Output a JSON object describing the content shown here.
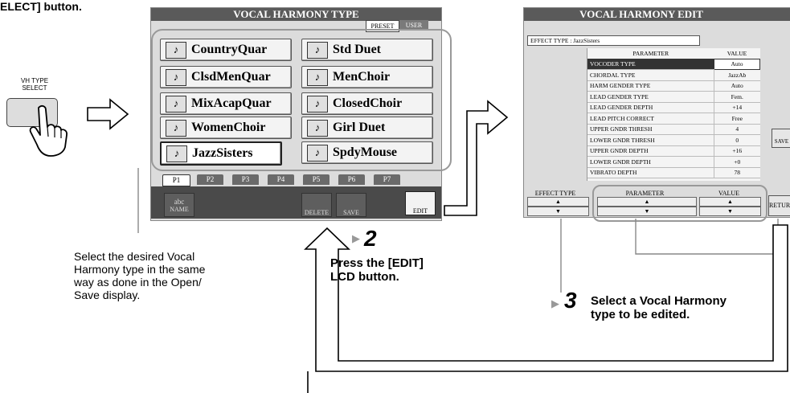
{
  "top_left_heading": "ELECT] button.",
  "vh_select": {
    "line1": "VH TYPE",
    "line2": "SELECT"
  },
  "left_screen": {
    "title": "VOCAL HARMONY TYPE",
    "tabs_top": [
      "PRESET",
      "USER"
    ],
    "types": [
      "CountryQuar",
      "Std Duet",
      "ClsdMenQuar",
      "MenChoir",
      "MixAcapQuar",
      "ClosedChoir",
      "WomenChoir",
      "Girl Duet",
      "JazzSisters",
      "SpdyMouse"
    ],
    "selected": "JazzSisters",
    "pages": [
      "P1",
      "P2",
      "P3",
      "P4",
      "P5",
      "P6",
      "P7"
    ],
    "bottom_buttons": {
      "name_top": "abc",
      "name": "NAME",
      "delete": "DELETE",
      "save": "SAVE",
      "edit": "EDIT"
    }
  },
  "right_screen": {
    "title": "VOCAL HARMONY EDIT",
    "effect_type_label": "EFFECT TYPE : JazzSisters",
    "col_param": "PARAMETER",
    "col_value": "VALUE",
    "rows": [
      {
        "param": "VOCODER TYPE",
        "value": "Auto"
      },
      {
        "param": "CHORDAL TYPE",
        "value": "JazzAb"
      },
      {
        "param": "HARM GENDER TYPE",
        "value": "Auto"
      },
      {
        "param": "LEAD GENDER TYPE",
        "value": "Fem."
      },
      {
        "param": "LEAD GENDER DEPTH",
        "value": "+14"
      },
      {
        "param": "LEAD PITCH CORRECT",
        "value": "Free"
      },
      {
        "param": "UPPER GNDR THRESH",
        "value": "4"
      },
      {
        "param": "LOWER GNDR THRESH",
        "value": "0"
      },
      {
        "param": "UPPER GNDR DEPTH",
        "value": "+16"
      },
      {
        "param": "LOWER GNDR DEPTH",
        "value": "+0"
      },
      {
        "param": "VIBRATO DEPTH",
        "value": "78"
      }
    ],
    "bottom_labels": {
      "effect_type": "EFFECT TYPE",
      "parameter": "PARAMETER",
      "value": "VALUE",
      "return": "RETUR"
    },
    "side_save": "SAVE"
  },
  "captions": {
    "select_desc": [
      "Select the desired Vocal",
      "Harmony type in the same",
      "way as done in the Open/",
      "Save display."
    ],
    "step2_num": "2",
    "step2_text": [
      "Press the [EDIT]",
      "LCD button."
    ],
    "step3_num": "3",
    "step3_text": [
      "Select a Vocal Harmony",
      "type to be edited."
    ]
  },
  "icons": [
    "voice-type-icon",
    "hand-press-icon",
    "outline-arrow-right-icon",
    "outline-arrow-up-icon",
    "triangle-bullet-icon"
  ]
}
